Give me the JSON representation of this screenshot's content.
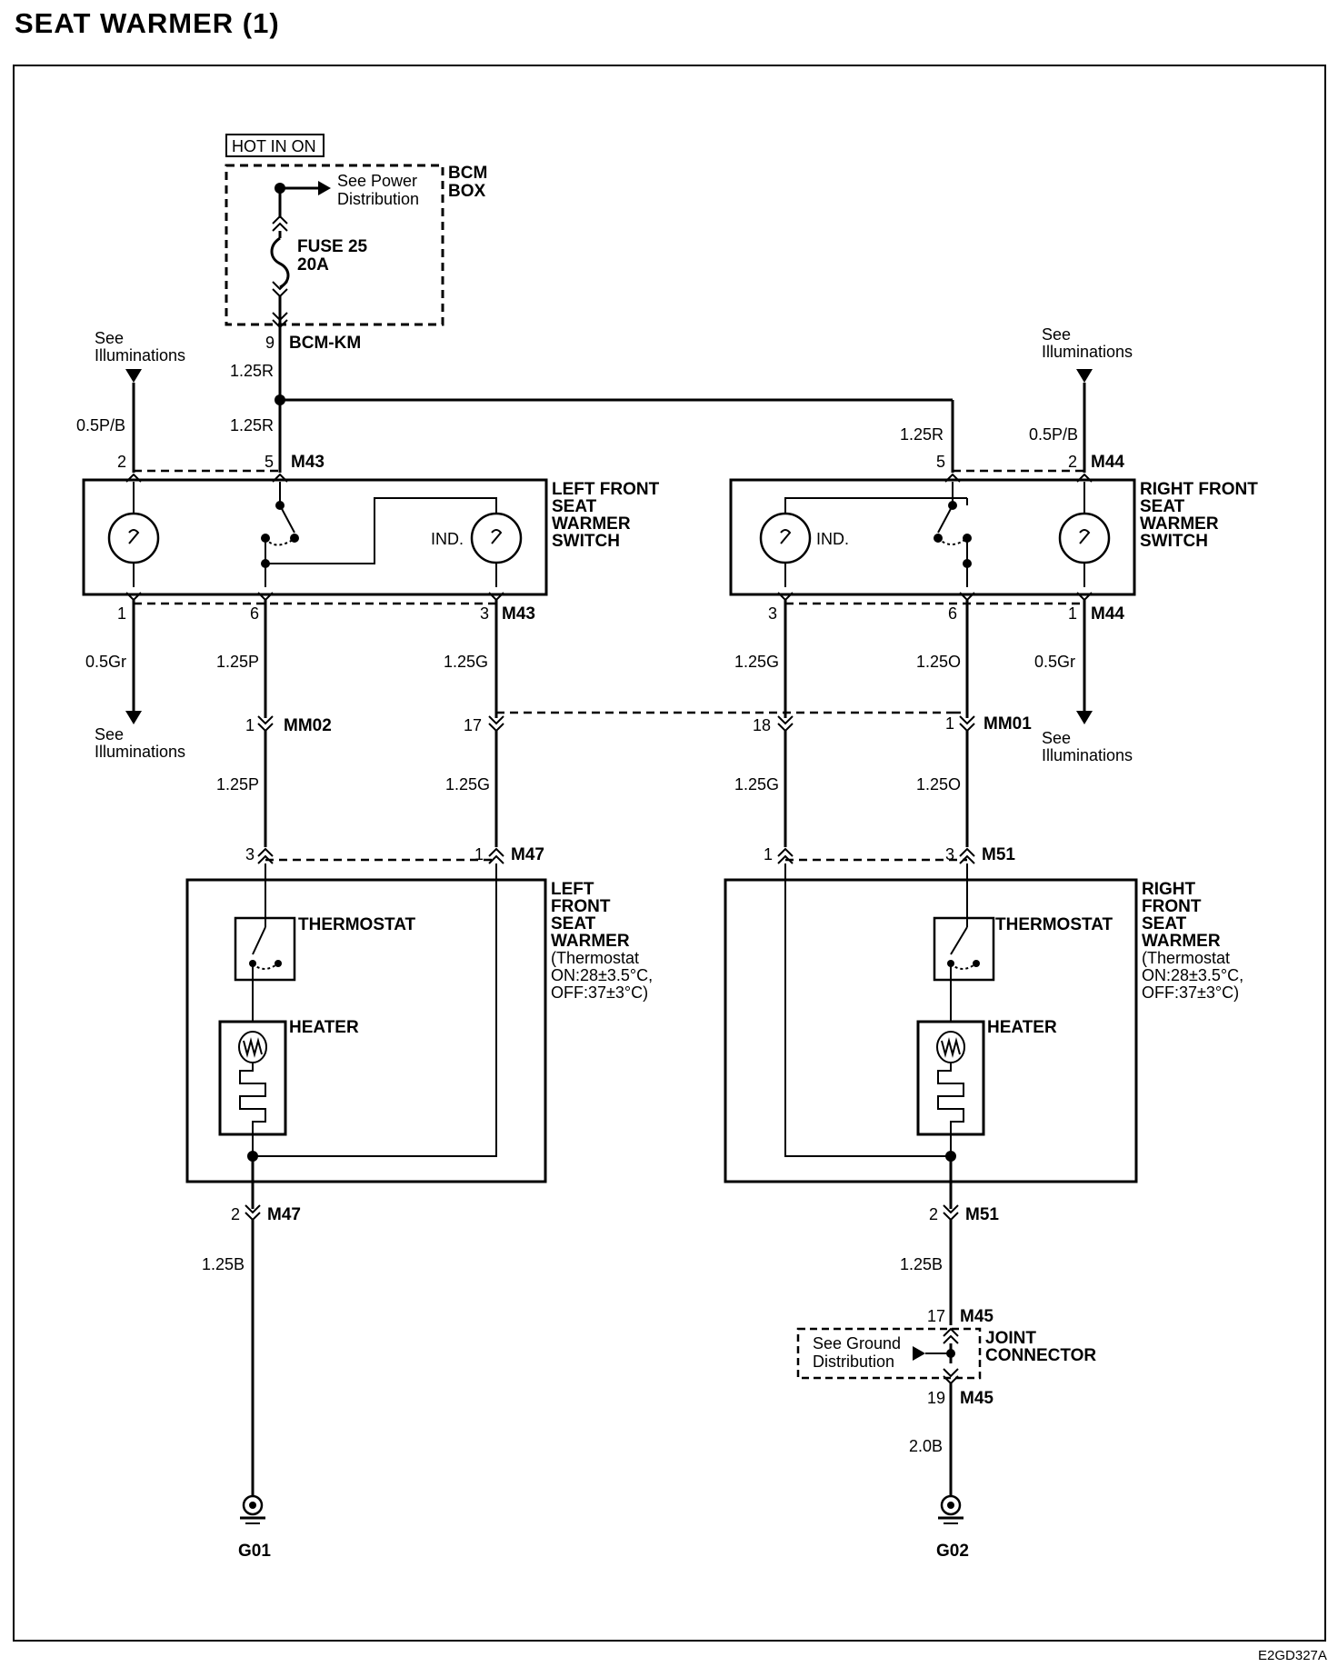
{
  "title": "SEAT WARMER (1)",
  "figure_code": "E2GD327A",
  "bcm": {
    "hot_label": "HOT IN ON",
    "box_label": [
      "BCM",
      "BOX"
    ],
    "power_ref": [
      "See Power",
      "Distribution"
    ],
    "fuse": [
      "FUSE 25",
      "20A"
    ],
    "connector": "BCM-KM",
    "pin": "9"
  },
  "wires": {
    "r125": "1.25R",
    "pb05": "0.5P/B",
    "gr05": "0.5Gr",
    "p125": "1.25P",
    "g125": "1.25G",
    "o125": "1.25O",
    "b125": "1.25B",
    "b20": "2.0B"
  },
  "refs": {
    "see_illum": [
      "See",
      "Illuminations"
    ],
    "see_ground": [
      "See Ground",
      "Distribution"
    ]
  },
  "left_switch": {
    "label": [
      "LEFT FRONT",
      "SEAT",
      "WARMER",
      "SWITCH"
    ],
    "connector": "M43",
    "ind": "IND.",
    "pins": {
      "top_left": "2",
      "top_mid": "5",
      "bot_left": "1",
      "bot_mid": "6",
      "bot_right": "3"
    }
  },
  "right_switch": {
    "label": [
      "RIGHT FRONT",
      "SEAT",
      "WARMER",
      "SWITCH"
    ],
    "connector": "M44",
    "ind": "IND.",
    "pins": {
      "top_mid": "5",
      "top_right": "2",
      "bot_left": "3",
      "bot_mid": "6",
      "bot_right": "1"
    }
  },
  "mm02": {
    "connector": "MM02",
    "pin_p": "1",
    "pin_g": "17"
  },
  "mm01": {
    "connector": "MM01",
    "pin_g": "18",
    "pin_o": "1"
  },
  "left_warmer": {
    "label": [
      "LEFT",
      "FRONT",
      "SEAT",
      "WARMER",
      "(Thermostat",
      "ON:28±3.5°C,",
      "OFF:37±3°C)"
    ],
    "connector": "M47",
    "pins": {
      "in_p": "3",
      "in_g": "1",
      "gnd": "2"
    },
    "thermostat": "THERMOSTAT",
    "heater": "HEATER"
  },
  "right_warmer": {
    "label": [
      "RIGHT",
      "FRONT",
      "SEAT",
      "WARMER",
      "(Thermostat",
      "ON:28±3.5°C,",
      "OFF:37±3°C)"
    ],
    "connector": "M51",
    "pins": {
      "in_g": "1",
      "in_o": "3",
      "gnd": "2"
    },
    "thermostat": "THERMOSTAT",
    "heater": "HEATER"
  },
  "joint": {
    "label": [
      "JOINT",
      "CONNECTOR"
    ],
    "connector": "M45",
    "pin_in": "17",
    "pin_out": "19"
  },
  "grounds": {
    "left": "G01",
    "right": "G02"
  }
}
